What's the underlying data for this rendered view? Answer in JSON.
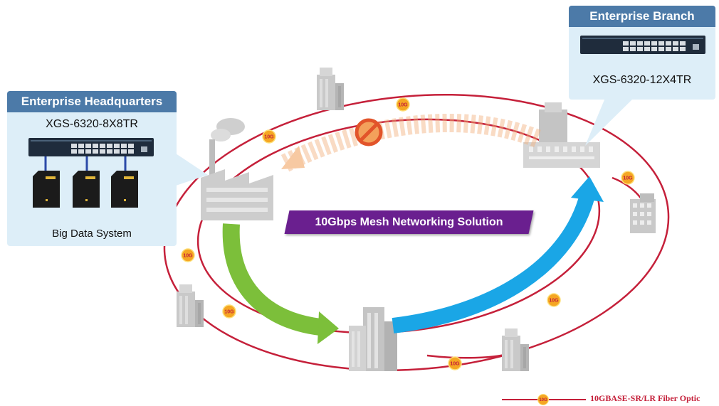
{
  "hq": {
    "title": "Enterprise Headquarters",
    "switch_model": "XGS-6320-8X8TR",
    "server_label": "Big Data System"
  },
  "branch": {
    "title": "Enterprise Branch",
    "switch_model": "XGS-6320-12X4TR"
  },
  "banner": {
    "text": "10Gbps Mesh Networking Solution"
  },
  "link_badge": "10G",
  "legend": {
    "badge": "10G",
    "label": "10GBASE-SR/LR Fiber Optic"
  },
  "colors": {
    "fiber": "#c5203a",
    "badge": "#f5a623",
    "green_arrow": "#7cbf3a",
    "blue_arrow": "#1aa6e6",
    "banner": "#6a1f8f",
    "callout_header": "#4c7aa8",
    "callout_body": "#ddeef8",
    "building": "#c8c8c8"
  }
}
